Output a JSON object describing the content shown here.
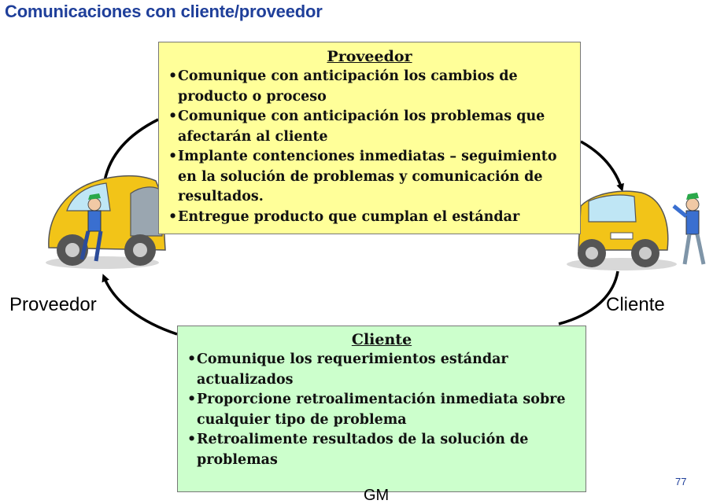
{
  "title": "Comunicaciones con cliente/proveedor",
  "supplier_box": {
    "heading": "Proveedor",
    "items": [
      "Comunique con anticipación los cambios de producto o proceso",
      "Comunique con anticipación los problemas que afectarán al cliente",
      "Implante contenciones inmediatas – seguimiento en la solución de problemas y comunicación de resultados.",
      "Entregue producto que cumplan el estándar"
    ]
  },
  "customer_box": {
    "heading": "Cliente",
    "items": [
      "Comunique los requerimientos estándar actualizados",
      "Proporcione retroalimentación inmediata sobre cualquier tipo de problema",
      "Retroalimente resultados de la solución de problemas"
    ]
  },
  "labels": {
    "supplier": "Proveedor",
    "customer": "Cliente"
  },
  "page_number": "77",
  "footer_partial_text": "GM",
  "colors": {
    "title": "#1f3f9a",
    "supplier_box_bg": "#ffff99",
    "customer_box_bg": "#ccffcc",
    "car_body": "#f2c418"
  },
  "icons": [
    "supplier-car-illustration",
    "customer-car-illustration",
    "cycle-arrows"
  ]
}
